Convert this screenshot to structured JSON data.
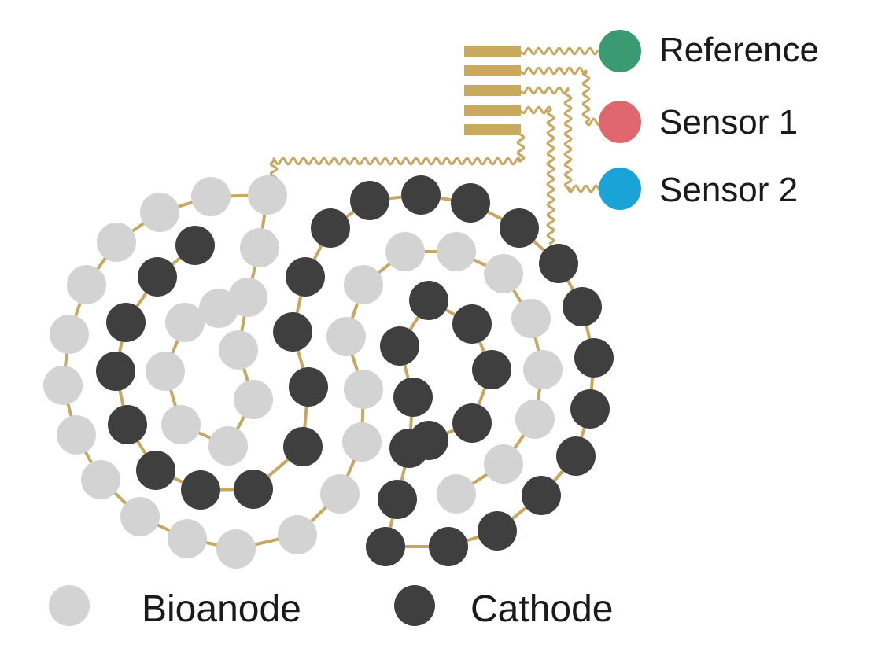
{
  "colors": {
    "bioanode": "#d3d3d3",
    "cathode": "#3f3f3f",
    "wire": "#c8a860",
    "pad": "#c9a95c",
    "reference": "#3a9a72",
    "sensor1": "#e0676d",
    "sensor2": "#1aa3d6"
  },
  "terminals": [
    {
      "id": "reference",
      "label": "Reference",
      "color": "#3a9a72",
      "icon": "green-dot"
    },
    {
      "id": "sensor1",
      "label": "Sensor 1",
      "color": "#e0676d",
      "icon": "red-dot"
    },
    {
      "id": "sensor2",
      "label": "Sensor 2",
      "color": "#1aa3d6",
      "icon": "blue-dot"
    }
  ],
  "legend": [
    {
      "id": "bioanode",
      "label": "Bioanode",
      "color": "#d3d3d3",
      "icon": "light-gray-dot"
    },
    {
      "id": "cathode",
      "label": "Cathode",
      "color": "#3f3f3f",
      "icon": "dark-gray-dot"
    }
  ]
}
